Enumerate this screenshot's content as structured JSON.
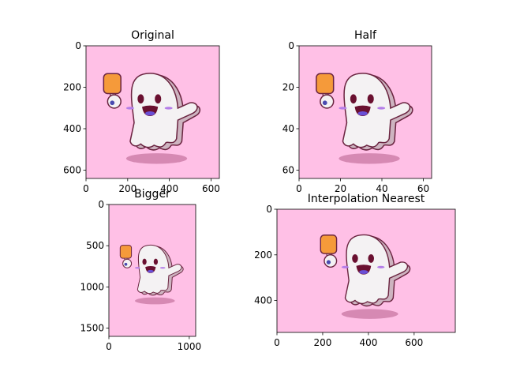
{
  "figure": {
    "background": "#ffffff",
    "image_background": "#ffc0e6"
  },
  "chart_data": [
    {
      "type": "image",
      "title": "Original",
      "x_ticks": [
        "0",
        "200",
        "400",
        "600"
      ],
      "y_ticks": [
        "0",
        "200",
        "400",
        "600"
      ],
      "xlim": [
        0,
        640
      ],
      "ylim": [
        640,
        0
      ],
      "pixelated": false
    },
    {
      "type": "image",
      "title": "Half",
      "x_ticks": [
        "0",
        "20",
        "40",
        "60"
      ],
      "y_ticks": [
        "0",
        "20",
        "40",
        "60"
      ],
      "xlim": [
        0,
        64
      ],
      "ylim": [
        64,
        0
      ],
      "pixelated": true
    },
    {
      "type": "image",
      "title": "Bigger",
      "x_ticks": [
        "0",
        "1000"
      ],
      "y_ticks": [
        "0",
        "500",
        "1000",
        "1500"
      ],
      "xlim": [
        0,
        1080
      ],
      "ylim": [
        1600,
        0
      ],
      "pixelated": false
    },
    {
      "type": "image",
      "title": "Interpolation Nearest",
      "x_ticks": [
        "0",
        "200",
        "400",
        "600"
      ],
      "y_ticks": [
        "0",
        "200",
        "400"
      ],
      "xlim": [
        0,
        780
      ],
      "ylim": [
        540,
        0
      ],
      "pixelated": false
    }
  ],
  "sprite": {
    "body": "#f4f2f3",
    "body_shade": "#cdb4c0",
    "outline": "#6a2440",
    "popsicle": "#f59a3a",
    "stick": "#f4f2f3",
    "mouth": "#6a1030",
    "tongue": "#6a4fd6",
    "blush": "#b47ee8",
    "shadow": "#d689b3",
    "ball": "#4a4ab0"
  }
}
